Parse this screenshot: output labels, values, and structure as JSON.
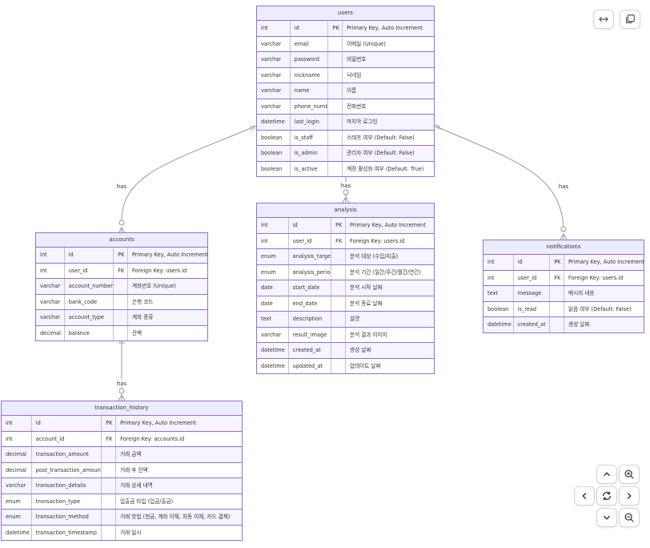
{
  "diagram": {
    "entities": [
      {
        "id": "users",
        "title": "users",
        "rows": [
          [
            "int",
            "id",
            "PK",
            "Primary Key, Auto Increment"
          ],
          [
            "varchar",
            "email",
            "",
            "이메일 (Unique)"
          ],
          [
            "varchar",
            "password",
            "",
            "비밀번호"
          ],
          [
            "varchar",
            "nickname",
            "",
            "닉네임"
          ],
          [
            "varchar",
            "name",
            "",
            "이름"
          ],
          [
            "varchar",
            "phone_number",
            "",
            "전화번호"
          ],
          [
            "datetime",
            "last_login",
            "",
            "마지막 로그인"
          ],
          [
            "boolean",
            "is_staff",
            "",
            "스태프 여부 (Default: False)"
          ],
          [
            "boolean",
            "is_admin",
            "",
            "관리자 여부 (Default: False)"
          ],
          [
            "boolean",
            "is_active",
            "",
            "계정 활성화 여부 (Default: True)"
          ]
        ]
      },
      {
        "id": "accounts",
        "title": "accounts",
        "rows": [
          [
            "int",
            "id",
            "PK",
            "Primary Key, Auto Increment"
          ],
          [
            "int",
            "user_id",
            "FK",
            "Foreign Key: users.id"
          ],
          [
            "varchar",
            "account_number",
            "",
            "계좌번호 (Unique)"
          ],
          [
            "varchar",
            "bank_code",
            "",
            "은행 코드"
          ],
          [
            "varchar",
            "account_type",
            "",
            "계좌 종류"
          ],
          [
            "decimal",
            "balance",
            "",
            "잔액"
          ]
        ]
      },
      {
        "id": "analysis",
        "title": "analysis",
        "rows": [
          [
            "int",
            "id",
            "PK",
            "Primary Key, Auto Increment"
          ],
          [
            "int",
            "user_id",
            "FK",
            "Foreign Key: users.id"
          ],
          [
            "enum",
            "analysis_target",
            "",
            "분석 대상 (수입/지출)"
          ],
          [
            "enum",
            "analysis_period",
            "",
            "분석 기간 (일간/주간/월간/연간)"
          ],
          [
            "date",
            "start_date",
            "",
            "분석 시작 날짜"
          ],
          [
            "date",
            "end_date",
            "",
            "분석 종료 날짜"
          ],
          [
            "text",
            "description",
            "",
            "설명"
          ],
          [
            "varchar",
            "result_image",
            "",
            "분석 결과 이미지"
          ],
          [
            "datetime",
            "created_at",
            "",
            "생성 날짜"
          ],
          [
            "datetime",
            "updated_at",
            "",
            "업데이트 날짜"
          ]
        ]
      },
      {
        "id": "notifications",
        "title": "notifications",
        "rows": [
          [
            "int",
            "id",
            "PK",
            "Primary Key, Auto Increment"
          ],
          [
            "int",
            "user_id",
            "FK",
            "Foreign Key: users.id"
          ],
          [
            "text",
            "message",
            "",
            "메시지 내용"
          ],
          [
            "boolean",
            "is_read",
            "",
            "읽음 여부 (Default: False)"
          ],
          [
            "datetime",
            "created_at",
            "",
            "생성 날짜"
          ]
        ]
      },
      {
        "id": "transaction_history",
        "title": "transaction_history",
        "rows": [
          [
            "int",
            "id",
            "PK",
            "Primary Key, Auto Increment"
          ],
          [
            "int",
            "account_id",
            "FK",
            "Foreign Key: accounts.id"
          ],
          [
            "decimal",
            "transaction_amount",
            "",
            "거래 금액"
          ],
          [
            "decimal",
            "post_transaction_amount",
            "",
            "거래 후 잔액"
          ],
          [
            "varchar",
            "transaction_details",
            "",
            "거래 상세 내역"
          ],
          [
            "enum",
            "transaction_type",
            "",
            "입출금 타입 (입금/출금)"
          ],
          [
            "enum",
            "transaction_method",
            "",
            "거래 방법 (현금, 계좌 이체, 자동 이체, 카드 결제)"
          ],
          [
            "datetime",
            "transaction_timestamp",
            "",
            "거래 일시"
          ]
        ]
      }
    ],
    "relations": [
      {
        "from": "users",
        "to": "accounts",
        "label": "has"
      },
      {
        "from": "users",
        "to": "analysis",
        "label": "has"
      },
      {
        "from": "users",
        "to": "notifications",
        "label": "has"
      },
      {
        "from": "accounts",
        "to": "transaction_history",
        "label": "has"
      }
    ]
  },
  "controls": {
    "expand_icon": "arrows-horizontal-icon",
    "copy_icon": "copy-icon",
    "pan_up_icon": "chevron-up-icon",
    "zoom_in_icon": "zoom-in-icon",
    "pan_left_icon": "chevron-left-icon",
    "reset_icon": "reset-icon",
    "pan_right_icon": "chevron-right-icon",
    "pan_down_icon": "chevron-down-icon",
    "zoom_out_icon": "zoom-out-icon"
  },
  "colors": {
    "entity_border": "#9370db",
    "entity_header": "#ececff",
    "row_alt": "#f5f4ff",
    "edge": "#9a9a9a"
  }
}
